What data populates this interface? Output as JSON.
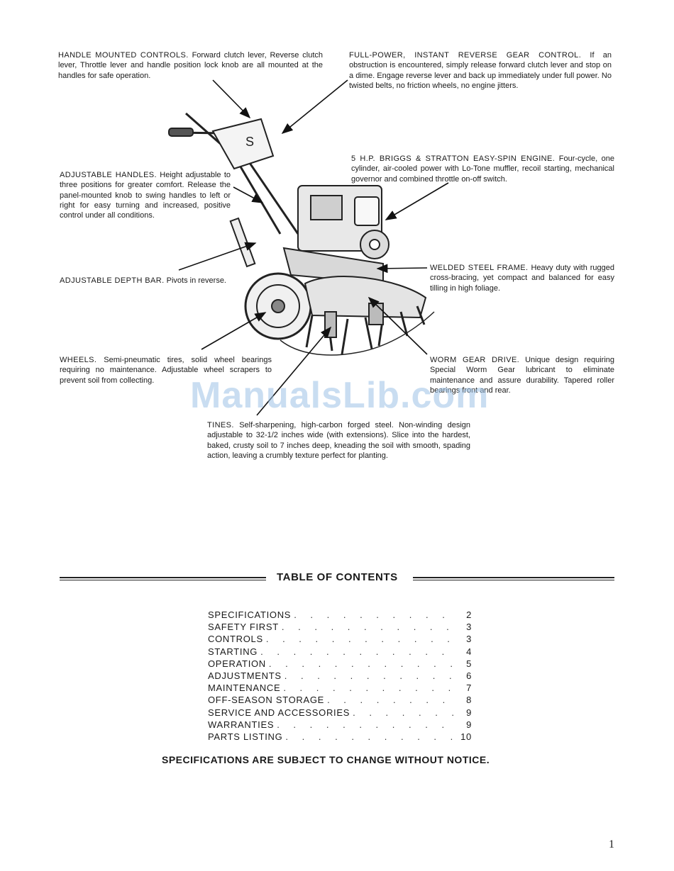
{
  "callouts": {
    "handle_controls": {
      "head": "HANDLE MOUNTED CONTROLS.",
      "body": "Forward clutch lever, Reverse clutch lever, Throttle lever and handle position lock knob are all mounted at the handles for safe operation."
    },
    "reverse_gear": {
      "head": "FULL-POWER, INSTANT REVERSE GEAR CONTROL.",
      "body": "If an obstruction is encountered, simply release forward clutch lever and stop on a dime. Engage reverse lever and back up immediately under full power. No twisted belts, no friction wheels, no engine jitters."
    },
    "engine": {
      "head": "5 H.P. BRIGGS & STRATTON EASY-SPIN ENGINE.",
      "body": "Four-cycle, one cylinder, air-cooled power with Lo-Tone muffler, recoil starting, mechanical governor and combined throttle on-off switch."
    },
    "handles": {
      "head": "ADJUSTABLE HANDLES.",
      "body": "Height adjustable to three positions for greater comfort. Release the panel-mounted knob to swing handles to left or right for easy turning and increased, positive control under all conditions."
    },
    "depth_bar": {
      "head": "ADJUSTABLE DEPTH BAR.",
      "body": "Pivots in reverse."
    },
    "frame": {
      "head": "WELDED STEEL FRAME.",
      "body": "Heavy duty with rugged cross-bracing, yet compact and balanced for easy tilling in high foliage."
    },
    "wheels": {
      "head": "WHEELS.",
      "body": "Semi-pneumatic tires, solid wheel bearings requiring no maintenance. Adjustable wheel scrapers to prevent soil from collecting."
    },
    "worm_gear": {
      "head": "WORM GEAR DRIVE.",
      "body": "Unique design requiring Special Worm Gear lubricant to eliminate maintenance and assure durability. Tapered roller bearings front and rear."
    },
    "tines": {
      "head": "TINES.",
      "body": "Self-sharpening, high-carbon forged steel. Non-winding design adjustable to 32-1/2 inches wide (with extensions). Slice into the hardest, baked, crusty soil to 7 inches deep, kneading the soil with smooth, spading action, leaving a crumbly texture perfect for planting."
    }
  },
  "watermark": "ManualsLib.com",
  "toc": {
    "title": "TABLE OF CONTENTS",
    "entries": [
      {
        "label": "SPECIFICATIONS",
        "page": "2"
      },
      {
        "label": "SAFETY FIRST",
        "page": "3"
      },
      {
        "label": "CONTROLS",
        "page": "3"
      },
      {
        "label": "STARTING",
        "page": "4"
      },
      {
        "label": "OPERATION",
        "page": "5"
      },
      {
        "label": "ADJUSTMENTS",
        "page": "6"
      },
      {
        "label": "MAINTENANCE",
        "page": "7"
      },
      {
        "label": "OFF-SEASON STORAGE",
        "page": "8"
      },
      {
        "label": "SERVICE AND ACCESSORIES",
        "page": "9"
      },
      {
        "label": "WARRANTIES",
        "page": "9"
      },
      {
        "label": "PARTS LISTING",
        "page": "10"
      }
    ]
  },
  "notice": "SPECIFICATIONS ARE SUBJECT TO CHANGE WITHOUT NOTICE.",
  "page_number": "1",
  "colors": {
    "ink": "#1a1a1a",
    "watermark": "#9ec3e6",
    "paper": "#ffffff"
  }
}
